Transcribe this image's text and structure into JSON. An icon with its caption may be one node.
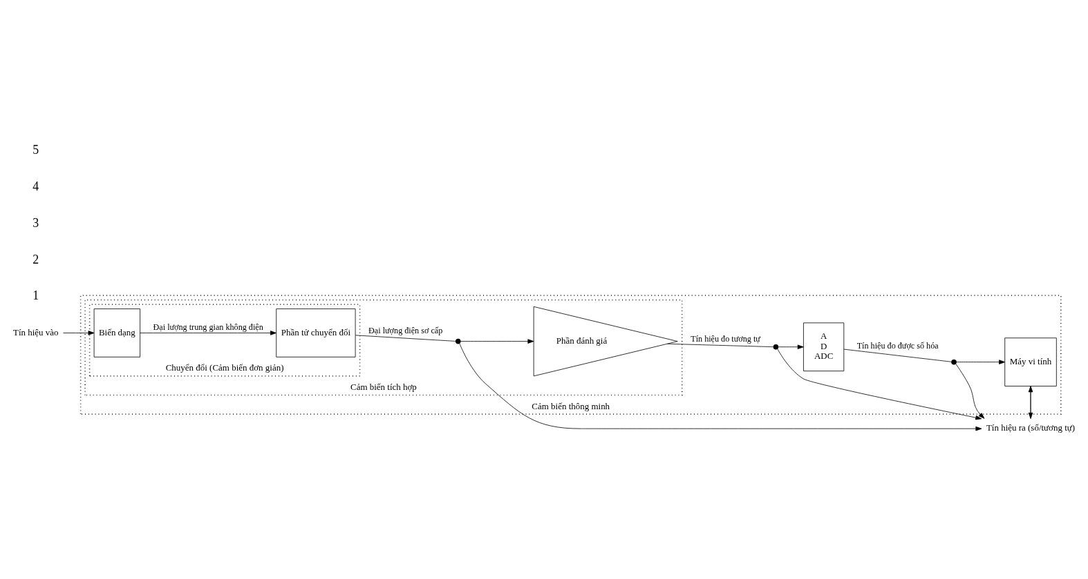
{
  "diagram": {
    "nodes": [
      {
        "text": [
          "Cảm biến thông minh"
        ]
      },
      {
        "text": [
          "Cảm biến tích hợp"
        ],
        "in": 0
      },
      {
        "text": [
          "Chuyển đổi (Cảm biến đơn giản)"
        ],
        "in": 1
      },
      {
        "text": [
          "Tín hiệu vào"
        ]
      },
      {
        "text": [
          "Biến dạng"
        ],
        "in": 2
      },
      {
        "text": [
          "Phần tử chuyển đổi"
        ],
        "in": 2
      },
      {
        "text": [],
        "shape": "circle",
        "in": 1
      },
      {
        "text": [
          "Phần đánh giá"
        ],
        "in": 1
      },
      {
        "text": [],
        "shape": "circle",
        "in": 0
      },
      {
        "text": [
          "A",
          "D",
          "ADC"
        ],
        "in": 0
      },
      {
        "text": [],
        "shape": "circle",
        "in": 0
      },
      {
        "text": [
          "Máy vi tính"
        ],
        "in": 0
      },
      {
        "text": [
          "Tín hiệu ra (số/tương tự)"
        ]
      }
    ],
    "edges": [
      {
        "from": 3,
        "to": 4,
        "arrow": "to"
      },
      {
        "from": 4,
        "to": 5,
        "arrow": "to",
        "label": "Đại lượng trung gian không điện"
      },
      {
        "from": 5,
        "to": 6,
        "arrow": "none",
        "label": "Đại lượng điện sơ cấp"
      },
      {
        "from": 6,
        "to": 7,
        "arrow": "to"
      },
      {
        "from": 7,
        "to": 8,
        "arrow": "none",
        "label": "Tín hiệu đo tương tự"
      },
      {
        "from": 8,
        "to": 9,
        "arrow": "to"
      },
      {
        "from": 9,
        "to": 10,
        "arrow": "none",
        "label": "Tín hiệu đo được số hóa"
      },
      {
        "from": 10,
        "to": 11,
        "arrow": "to"
      },
      {
        "from": 11,
        "to": 12,
        "arrow": "to"
      },
      {
        "from": 12,
        "to": 11,
        "arrow": "to"
      },
      {
        "from": 10,
        "to": 12,
        "arrow": "to"
      },
      {
        "from": 8,
        "to": 12,
        "arrow": "to"
      },
      {
        "from": 6,
        "to": 12,
        "arrow": "to"
      }
    ],
    "labels": [
      "1",
      "2",
      "3",
      "4",
      "5"
    ]
  }
}
